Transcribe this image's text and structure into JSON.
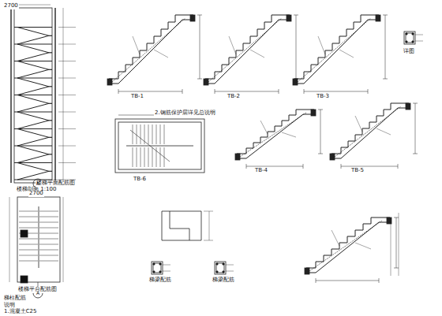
{
  "diagram": {
    "labels": [
      "楼梯剖面 1:100",
      "TB-1",
      "TB-2",
      "TB-3",
      "TB-4",
      "TB-5",
      "TB-6",
      "楼梯平台配筋图",
      "楼梯平面配筋图",
      "A",
      "A",
      "详图",
      "梯梁配筋",
      "梯梁配筋",
      "梯柱配筋",
      "说明",
      "1.混凝土C25",
      "2.钢筋保护层详见总说明",
      "2700",
      "2700"
    ]
  }
}
